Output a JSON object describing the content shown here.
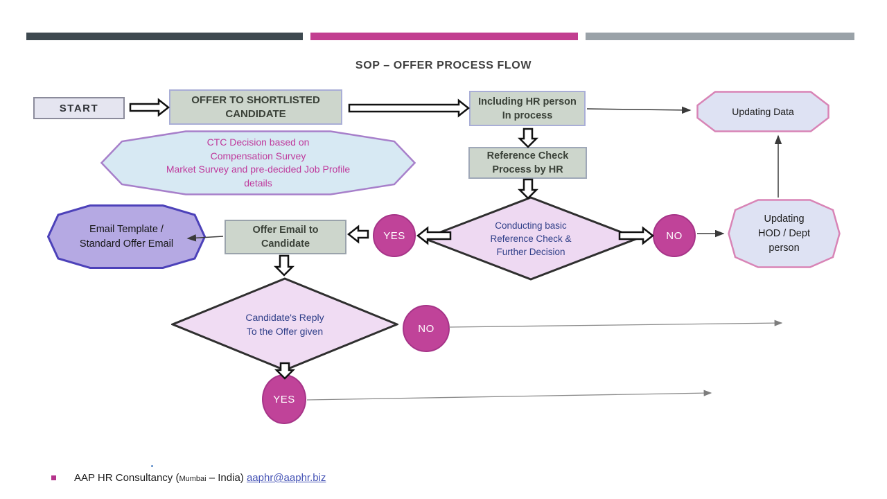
{
  "title": "SOP – OFFER PROCESS FLOW",
  "colors": {
    "header_bar_dark": "#3e4950",
    "header_bar_pink": "#c23e90",
    "header_bar_gray": "#9aa2a8",
    "process_box_fill": "#cdd6cc",
    "start_box_fill": "#e5e5f0",
    "decision_diamond_fill": "#eed9f2",
    "decision_text": "#2e3e88",
    "ctc_fill": "#d7e9f3",
    "ctc_text": "#bf3a9c",
    "lavender_shape_fill": "#dee2f3",
    "lavender_shape_border": "#d884b6",
    "purple_shape_fill": "#b5a9e3",
    "purple_shape_border": "#4c41b9",
    "yes_no_circle": "#c04399",
    "link_color": "#4553b5"
  },
  "nodes": {
    "start": {
      "label": "START"
    },
    "offer_shortlisted": {
      "label": "OFFER TO SHORTLISTED\nCANDIDATE"
    },
    "including_hr": {
      "label": "Including HR person\nIn process"
    },
    "updating_data": {
      "label": "Updating Data"
    },
    "ctc_decision": {
      "label": "CTC Decision based on\nCompensation Survey\nMarket Survey and pre-decided Job Profile\ndetails"
    },
    "reference_check": {
      "label": "Reference Check\nProcess by HR"
    },
    "conducting_decision": {
      "label": "Conducting basic\nReference Check &\nFurther Decision"
    },
    "yes_reference": {
      "label": "YES"
    },
    "no_reference": {
      "label": "NO"
    },
    "updating_hod": {
      "label": "Updating\nHOD / Dept\nperson"
    },
    "email_template": {
      "label": "Email Template /\nStandard Offer Email"
    },
    "offer_email": {
      "label": "Offer Email to\nCandidate"
    },
    "candidate_reply": {
      "label": "Candidate's Reply\nTo the Offer given"
    },
    "no_reply": {
      "label": "NO"
    },
    "yes_reply": {
      "label": "YES"
    }
  },
  "footer": {
    "prefix": "AAP HR Consultancy (",
    "city_small": "Mumbai",
    "suffix": " – India) ",
    "email": "aaphr@aaphr.biz"
  }
}
